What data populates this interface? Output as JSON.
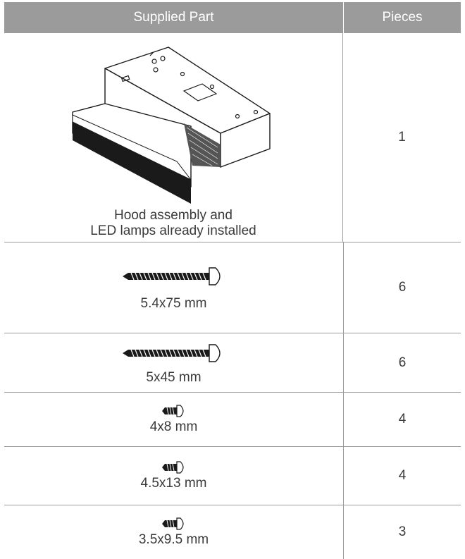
{
  "header": {
    "part": "Supplied Part",
    "pieces": "Pieces"
  },
  "rows": [
    {
      "caption_line1": "Hood assembly and",
      "caption_line2": "LED lamps already installed",
      "qty": "1",
      "icon": "range-hood-illustration"
    },
    {
      "caption": "5.4x75 mm",
      "qty": "6",
      "icon": "long-screw-icon"
    },
    {
      "caption": "5x45 mm",
      "qty": "6",
      "icon": "long-screw-icon"
    },
    {
      "caption": "4x8 mm",
      "qty": "4",
      "icon": "short-screw-icon"
    },
    {
      "caption": "4.5x13 mm",
      "qty": "4",
      "icon": "short-screw-icon"
    },
    {
      "caption": "3.5x9.5 mm",
      "qty": "3",
      "icon": "short-screw-icon"
    }
  ]
}
